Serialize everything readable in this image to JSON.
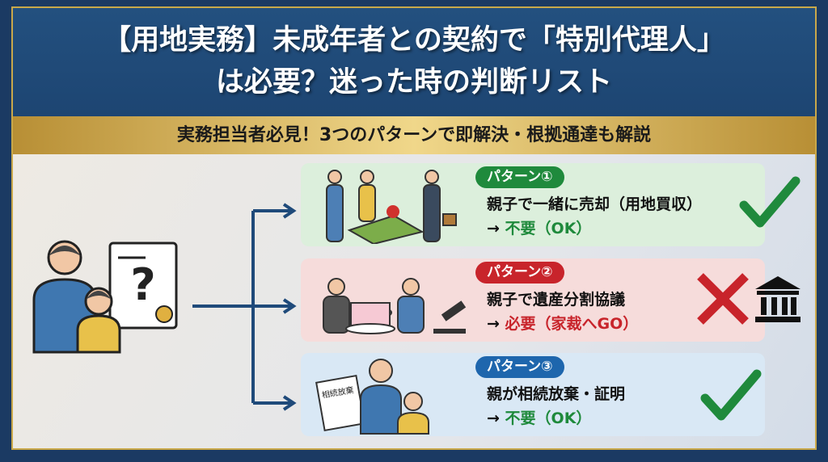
{
  "title": {
    "line1": "【用地実務】未成年者との契約で「特別代理人」",
    "line2": "は必要？迷った時の判断リスト"
  },
  "subtitle": "実務担当者必見！3つのパターンで即解決・根拠通達も解説",
  "patterns": [
    {
      "label": "パターン①",
      "case": "親子で一緒に売却（用地買収）",
      "arrow": "→",
      "result": "不要（OK）",
      "color": "#1f8a3c",
      "bg": "#dcefdc",
      "verdict": "check"
    },
    {
      "label": "パターン②",
      "case": "親子で遺産分割協議",
      "arrow": "→",
      "result": "必要（家裁へGO）",
      "color": "#c8242b",
      "bg": "#f6dcdb",
      "verdict": "cross"
    },
    {
      "label": "パターン③",
      "case": "親が相続放棄・証明",
      "arrow": "→",
      "result": "不要（OK）",
      "color": "#1f8a3c",
      "bg": "#d9e8f5",
      "verdict": "check"
    }
  ],
  "pill_colors": [
    "#1f8a3c",
    "#c8242b",
    "#1e66ad"
  ],
  "doc_label": "相続放棄"
}
